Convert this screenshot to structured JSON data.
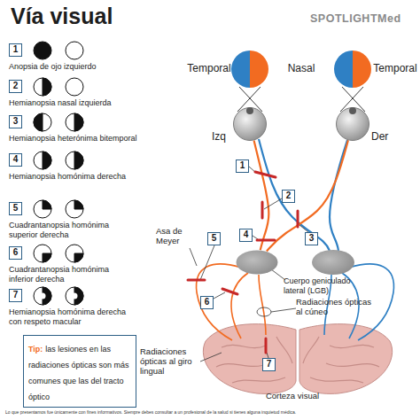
{
  "diagram": {
    "title": "Vía visual",
    "nodes": [
      {
        "text": [
          "1"
        ]
      },
      {
        "text": [
          "2"
        ]
      },
      {
        "text": [
          "3"
        ]
      },
      {
        "text": [
          "4"
        ]
      },
      {
        "text": [
          "5"
        ]
      },
      {
        "text": [
          "6"
        ]
      },
      {
        "text": [
          "7"
        ]
      },
      {
        "text": [
          "Tip:",
          "las lesiones en las radiaciones ópticas son más comunes que las del tracto óptico"
        ]
      },
      {
        "text": [
          "Izq"
        ]
      },
      {
        "text": [
          "Der"
        ]
      },
      {
        "text": [
          "1"
        ]
      },
      {
        "text": [
          "2"
        ]
      },
      {
        "text": [
          "3"
        ]
      },
      {
        "text": [
          "4"
        ]
      },
      {
        "text": [
          "5"
        ]
      },
      {
        "text": [
          "6"
        ]
      },
      {
        "text": [
          "7"
        ]
      },
      {
        "text": [
          "Cuerpo geniculado lateral (LGB)"
        ]
      }
    ],
    "edges": [
      {
        "from": 8,
        "to": 17,
        "arrow": "none"
      },
      {
        "from": 9,
        "to": 17,
        "arrow": "none"
      }
    ],
    "labels": [
      "SPOTLIGHTMed",
      "Temporal",
      "Nasal",
      "Temporal",
      "Asa de Meyer",
      "Radiaciones ópticas al cúneo",
      "Radiaciones ópticas al giro lingual",
      "Corteza visual",
      "Lo que presentamos fue únicamente con fines informativos. Siempre debes consultar a un profesional de la salud si tienes alguna inquietud médica."
    ],
    "legend": [
      {
        "text": "Anopsia de ojo izquierdo"
      },
      {
        "text": "Hemianopsia nasal izquierda"
      },
      {
        "text": "Hemianopsia heterónima bitemporal"
      },
      {
        "text": "Hemianopsia homónima derecha"
      },
      {
        "text": "Cuadrantanopsia homónima superior derecha"
      },
      {
        "text": "Cuadrantanopsia homónima inferior derecha"
      },
      {
        "text": "Hemianopsia homónima derecha con respeto macular"
      }
    ]
  }
}
